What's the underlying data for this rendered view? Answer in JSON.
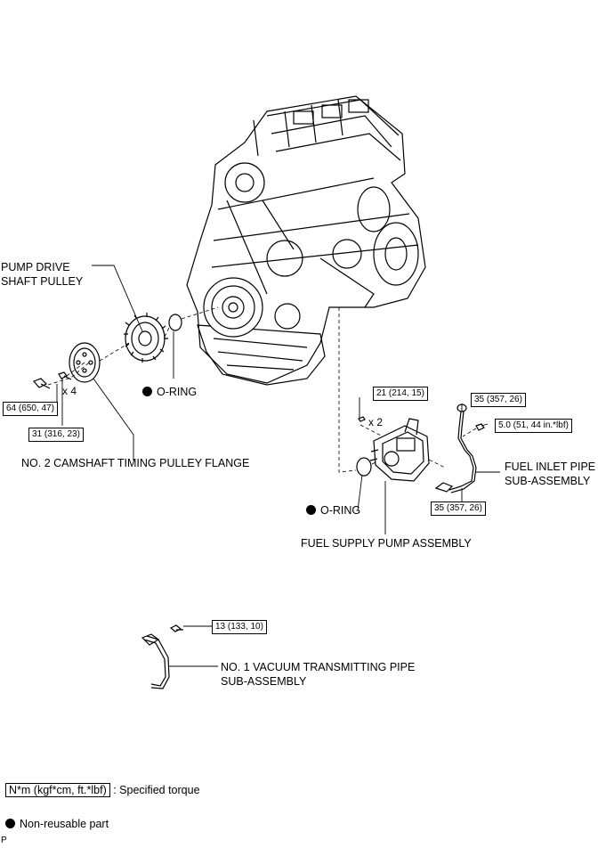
{
  "labels": {
    "pump_drive_shaft_pulley": [
      "PUMP DRIVE",
      "SHAFT PULLEY"
    ],
    "o_ring": "O-RING",
    "camshaft_flange": "NO. 2 CAMSHAFT TIMING PULLEY FLANGE",
    "fuel_inlet_pipe": [
      "FUEL INLET PIPE",
      "SUB-ASSEMBLY"
    ],
    "fuel_supply_pump": "FUEL SUPPLY PUMP ASSEMBLY",
    "vacuum_pipe": [
      "NO. 1 VACUUM TRANSMITTING PIPE",
      "SUB-ASSEMBLY"
    ]
  },
  "torques": {
    "t64": "64 (650, 47)",
    "t31": "31 (316, 23)",
    "t21": "21 (214, 15)",
    "t35a": "35 (357, 26)",
    "t5": "5.0 (51, 44 in.*lbf)",
    "t35b": "35 (357, 26)",
    "t13": "13 (133, 10)"
  },
  "multipliers": {
    "x4": "x 4",
    "x2": "x 2"
  },
  "legend": {
    "torque_box": "N*m (kgf*cm, ft.*lbf)",
    "torque_desc": ": Specified torque",
    "nonreusable": "Non-reusable part"
  },
  "footer_code": "P"
}
